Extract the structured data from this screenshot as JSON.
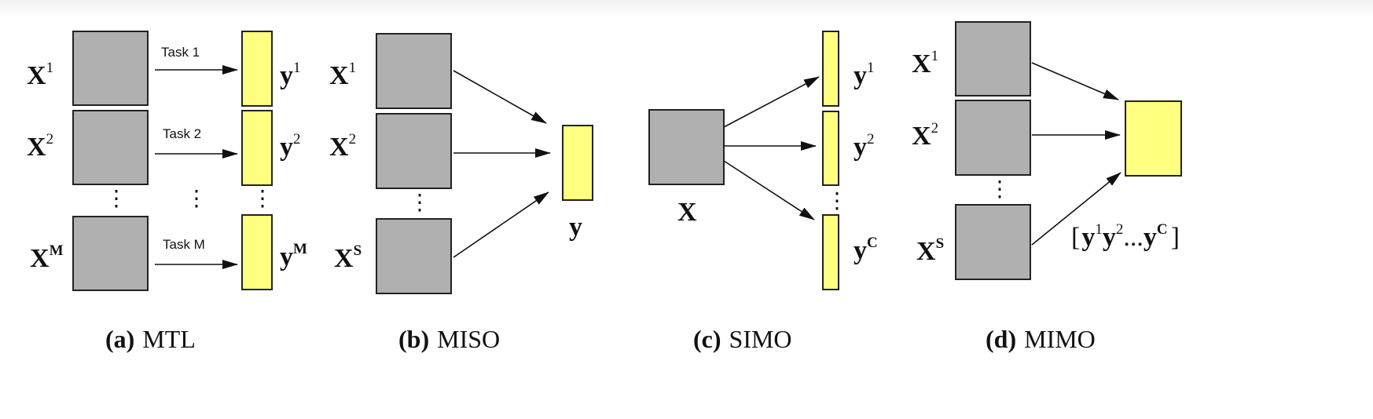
{
  "panels": {
    "a": {
      "caption_label": "(a)",
      "caption_name": "MTL",
      "inputs": [
        "X",
        "X",
        "X"
      ],
      "input_sups": [
        "1",
        "2",
        "M"
      ],
      "outputs": [
        "y",
        "y",
        "y"
      ],
      "output_sups": [
        "1",
        "2",
        "M"
      ],
      "tasks": [
        "Task 1",
        "Task 2",
        "Task M"
      ],
      "ellipsis": "⋮"
    },
    "b": {
      "caption_label": "(b)",
      "caption_name": "MISO",
      "inputs": [
        "X",
        "X",
        "X"
      ],
      "input_sups": [
        "1",
        "2",
        "S"
      ],
      "output": "y",
      "ellipsis": "⋮"
    },
    "c": {
      "caption_label": "(c)",
      "caption_name": "SIMO",
      "input": "X",
      "outputs": [
        "y",
        "y",
        "y"
      ],
      "output_sups": [
        "1",
        "2",
        "C"
      ],
      "ellipsis": "⋮"
    },
    "d": {
      "caption_label": "(d)",
      "caption_name": "MIMO",
      "inputs": [
        "X",
        "X",
        "X"
      ],
      "input_sups": [
        "1",
        "2",
        "S"
      ],
      "output_open": "[",
      "output_items": [
        "y",
        "y",
        "...",
        "y"
      ],
      "output_sups": [
        "1",
        "2",
        "C"
      ],
      "output_close": "]",
      "ellipsis": "⋮"
    }
  },
  "colors": {
    "input_block": "#b0b0b0",
    "output_block": "#ffff80",
    "stroke": "#222222"
  }
}
